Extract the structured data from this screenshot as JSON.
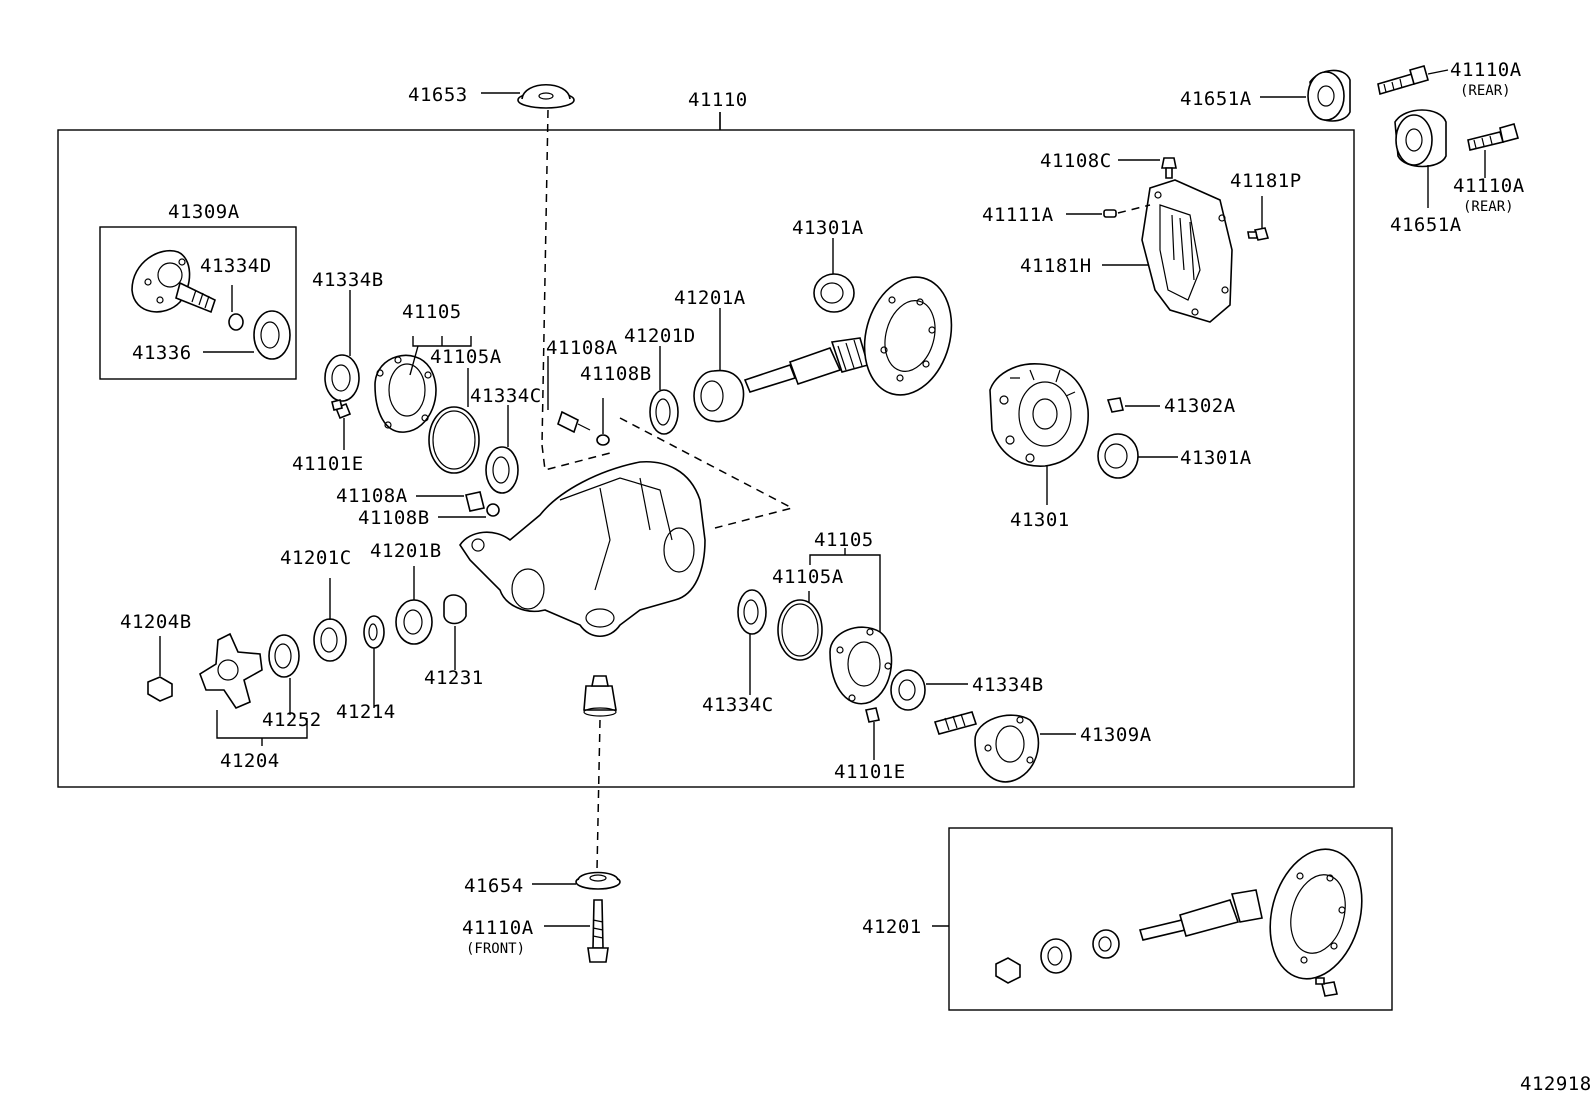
{
  "diagram_number": "412918",
  "labels": {
    "l41653": "41653",
    "l41110": "41110",
    "l41651a_top": "41651A",
    "l41110a_rear_top": "41110A",
    "rear_top": "(REAR)",
    "l41110a_rear_right": "41110A",
    "rear_right": "(REAR)",
    "l41651a_right": "41651A",
    "l41108c": "41108C",
    "l41181p": "41181P",
    "l41111a": "41111A",
    "l41181h": "41181H",
    "l41309a_top": "41309A",
    "l41334d": "41334D",
    "l41336": "41336",
    "l41334b_left": "41334B",
    "l41105_left": "41105",
    "l41105a_left": "41105A",
    "l41101e_left": "41101E",
    "l41334c_left": "41334C",
    "l41108a_top": "41108A",
    "l41108b_top": "41108B",
    "l41201d": "41201D",
    "l41201a": "41201A",
    "l41301a_top": "41301A",
    "l41302a": "41302A",
    "l41301a_right": "41301A",
    "l41301": "41301",
    "l41108a_mid": "41108A",
    "l41108b_mid": "41108B",
    "l41201c": "41201C",
    "l41201b": "41201B",
    "l41204b": "41204B",
    "l41231": "41231",
    "l41252": "41252",
    "l41214": "41214",
    "l41204": "41204",
    "l41105_right": "41105",
    "l41105a_right": "41105A",
    "l41334c_right": "41334C",
    "l41334b_right": "41334B",
    "l41309a_right": "41309A",
    "l41101e_right": "41101E",
    "l41654": "41654",
    "l41110a_front": "41110A",
    "front": "(FRONT)",
    "l41201": "41201"
  }
}
